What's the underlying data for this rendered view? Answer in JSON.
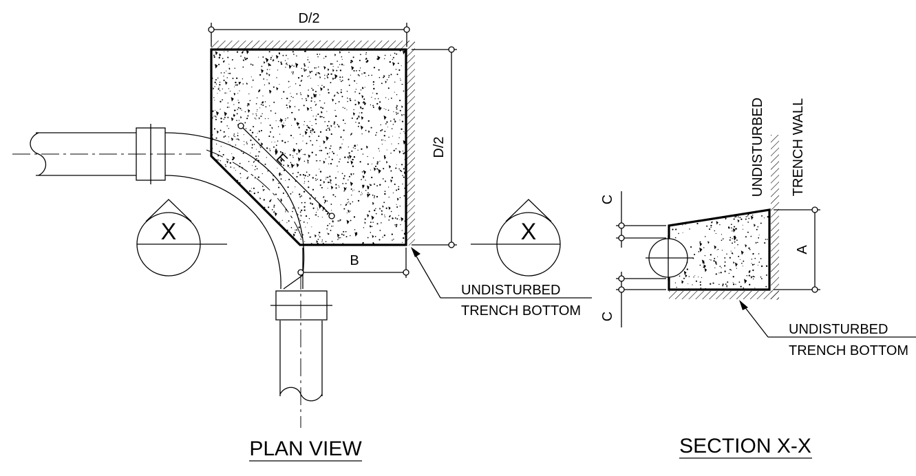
{
  "plan_view": {
    "title": "PLAN VIEW",
    "dim_top": "D/2",
    "dim_right": "D/2",
    "dim_b": "B",
    "dim_e": "E",
    "section_marker_left": "X",
    "section_marker_right": "X",
    "note_line1": "UNDISTURBED",
    "note_line2": "TRENCH BOTTOM"
  },
  "section_view": {
    "title": "SECTION X-X",
    "wall_label_1": "UNDISTURBED",
    "wall_label_2": "TRENCH WALL",
    "dim_a": "A",
    "dim_c_top": "C",
    "dim_c_bottom": "C",
    "note_line1": "UNDISTURBED",
    "note_line2": "TRENCH BOTTOM"
  },
  "colors": {
    "ink": "#000000",
    "background": "#ffffff"
  }
}
